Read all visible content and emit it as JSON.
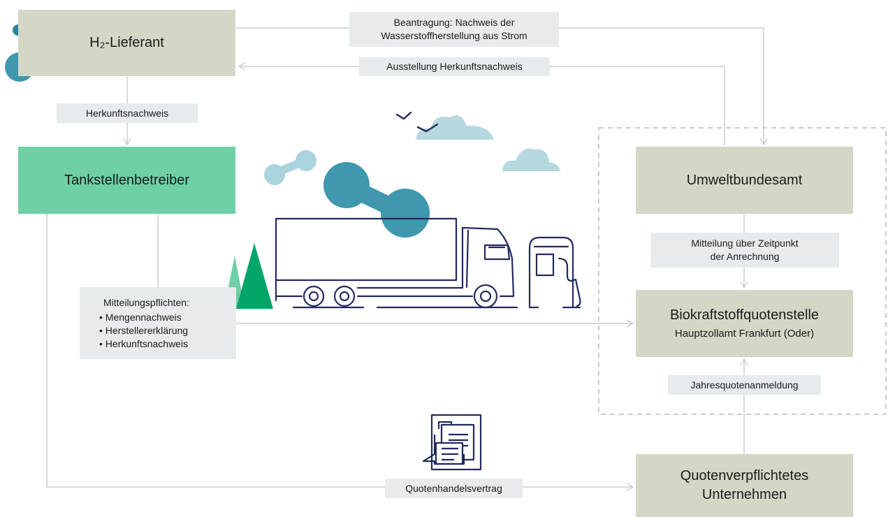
{
  "boxes": {
    "supplier": "H₂-Lieferant",
    "station_operator": "Tankstellenbetreiber",
    "uba": "Umweltbundesamt",
    "quota_office_title": "Biokraftstoffquotenstelle",
    "quota_office_subtitle": "Hauptzollamt Frankfurt (Oder)",
    "obligated_line1": "Quotenverpflichtetes",
    "obligated_line2": "Unternehmen"
  },
  "labels": {
    "application_line1": "Beantragung: Nachweis der",
    "application_line2": "Wasserstoffherstellung aus Strom",
    "issue_certificate": "Ausstellung Herkunftsnachweis",
    "origin_certificate": "Herkunftsnachweis",
    "notice_line1": "Mitteilung über Zeitpunkt",
    "notice_line2": "der Anrechnung",
    "annual_quota": "Jahresquotenanmeldung",
    "trade_contract": "Quotenhandelsvertrag",
    "duties_title": "Mitteilungspflichten:",
    "duties_items": [
      "Mengennachweis",
      "Herstellererklärung",
      "Herkunftsnachweis"
    ]
  },
  "colors": {
    "olive_box": "#d4d7c6",
    "green_box": "#6fcfa6",
    "label_bg": "#e7ebeb",
    "connector": "#c9cfd2",
    "dashed_border": "#c7cbcd",
    "molecule_dark": "#3f98ae",
    "molecule_mid": "#5aa9bd",
    "molecule_light": "#a9d3dd",
    "cloud": "#b6d8df",
    "tree_dark": "#00a567",
    "tree_light": "#6fcfa6",
    "line_art": "#222a5e"
  },
  "icons": [
    "h2-molecule-icon",
    "cloud-icon",
    "bird-icon",
    "tree-icon",
    "truck-icon",
    "fuel-pump-icon",
    "document-icon"
  ]
}
